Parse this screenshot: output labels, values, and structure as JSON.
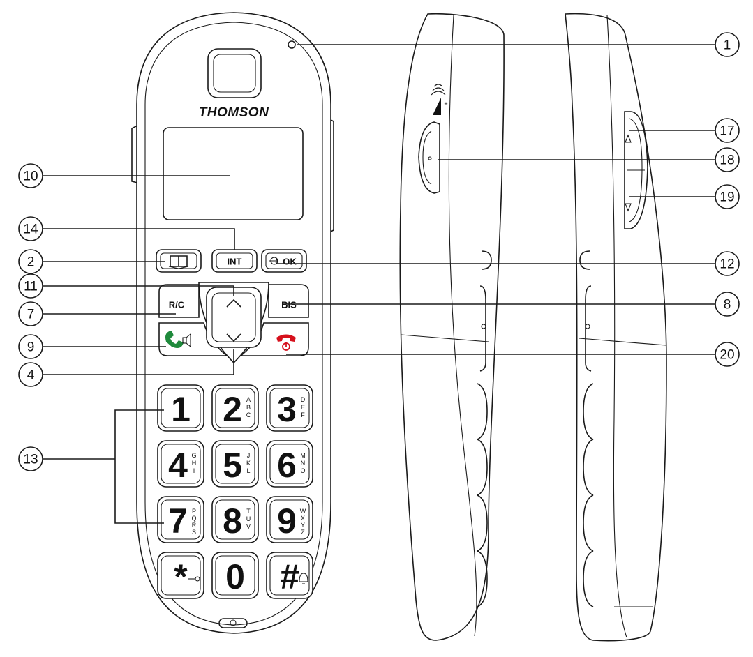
{
  "brand": "THOMSON",
  "buttons": {
    "phonebook_icon": "book-icon",
    "int": "INT",
    "ok": "OK",
    "rc": "R/C",
    "bis": "BIS"
  },
  "keypad": [
    {
      "digit": "1",
      "letters": ""
    },
    {
      "digit": "2",
      "letters": "ABC"
    },
    {
      "digit": "3",
      "letters": "DEF"
    },
    {
      "digit": "4",
      "letters": "GHI"
    },
    {
      "digit": "5",
      "letters": "JKL"
    },
    {
      "digit": "6",
      "letters": "MNO"
    },
    {
      "digit": "7",
      "letters": "PQRS"
    },
    {
      "digit": "8",
      "letters": "TUV"
    },
    {
      "digit": "9",
      "letters": "WXYZ"
    },
    {
      "digit": "*",
      "letters": ""
    },
    {
      "digit": "0",
      "letters": ""
    },
    {
      "digit": "#",
      "letters": ""
    }
  ],
  "callouts": [
    "1",
    "2",
    "4",
    "7",
    "8",
    "9",
    "10",
    "11",
    "12",
    "13",
    "14",
    "17",
    "18",
    "19",
    "20"
  ],
  "colors": {
    "outline": "#1a1a1a",
    "call_green": "#1f8a3c",
    "hangup_red": "#d6101c"
  }
}
